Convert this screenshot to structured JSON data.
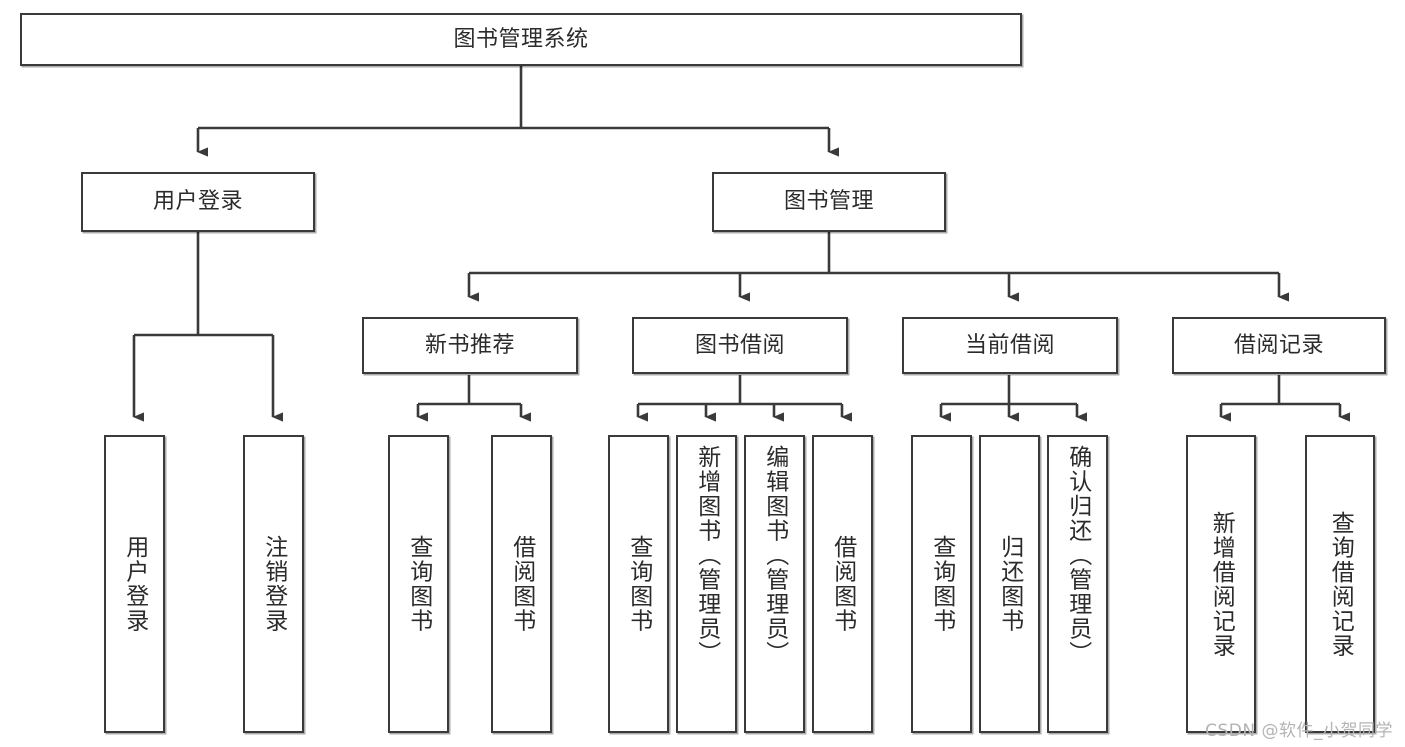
{
  "diagram": {
    "title": "图书管理系统",
    "type": "tree",
    "watermark": "CSDN @软件_小贺同学",
    "colors": {
      "box_border": "#3a3a3a",
      "box_fill": "#ffffff",
      "edge": "#3a3a3a",
      "text": "#2b2b2b",
      "watermark": "#b4b4b4",
      "background": "#ffffff"
    },
    "nodes": {
      "root": {
        "label": "图书管理系统"
      },
      "level2": [
        {
          "id": "user-login",
          "label": "用户登录"
        },
        {
          "id": "book-manage",
          "label": "图书管理"
        }
      ],
      "level3": [
        {
          "id": "new-book-recommend",
          "label": "新书推荐"
        },
        {
          "id": "book-borrow",
          "label": "图书借阅"
        },
        {
          "id": "current-borrow",
          "label": "当前借阅"
        },
        {
          "id": "borrow-record",
          "label": "借阅记录"
        }
      ],
      "leaves": {
        "user_login": [
          {
            "id": "leaf-user-login",
            "label": "用户登录"
          },
          {
            "id": "leaf-logout-login",
            "label": "注销登录"
          }
        ],
        "new_book_recommend": [
          {
            "id": "leaf-query-book-1",
            "label": "查询图书"
          },
          {
            "id": "leaf-borrow-book-1",
            "label": "借阅图书"
          }
        ],
        "book_borrow": [
          {
            "id": "leaf-query-book-2",
            "label": "查询图书"
          },
          {
            "id": "leaf-add-book",
            "label": "新增图书（管理员）"
          },
          {
            "id": "leaf-edit-book",
            "label": "编辑图书（管理员）"
          },
          {
            "id": "leaf-borrow-book-2",
            "label": "借阅图书"
          }
        ],
        "current_borrow": [
          {
            "id": "leaf-query-book-3",
            "label": "查询图书"
          },
          {
            "id": "leaf-return-book",
            "label": "归还图书"
          },
          {
            "id": "leaf-confirm-return",
            "label": "确认归还（管理员）"
          }
        ],
        "borrow_record": [
          {
            "id": "leaf-add-record",
            "label": "新增借阅记录"
          },
          {
            "id": "leaf-query-record",
            "label": "查询借阅记录"
          }
        ]
      }
    }
  }
}
